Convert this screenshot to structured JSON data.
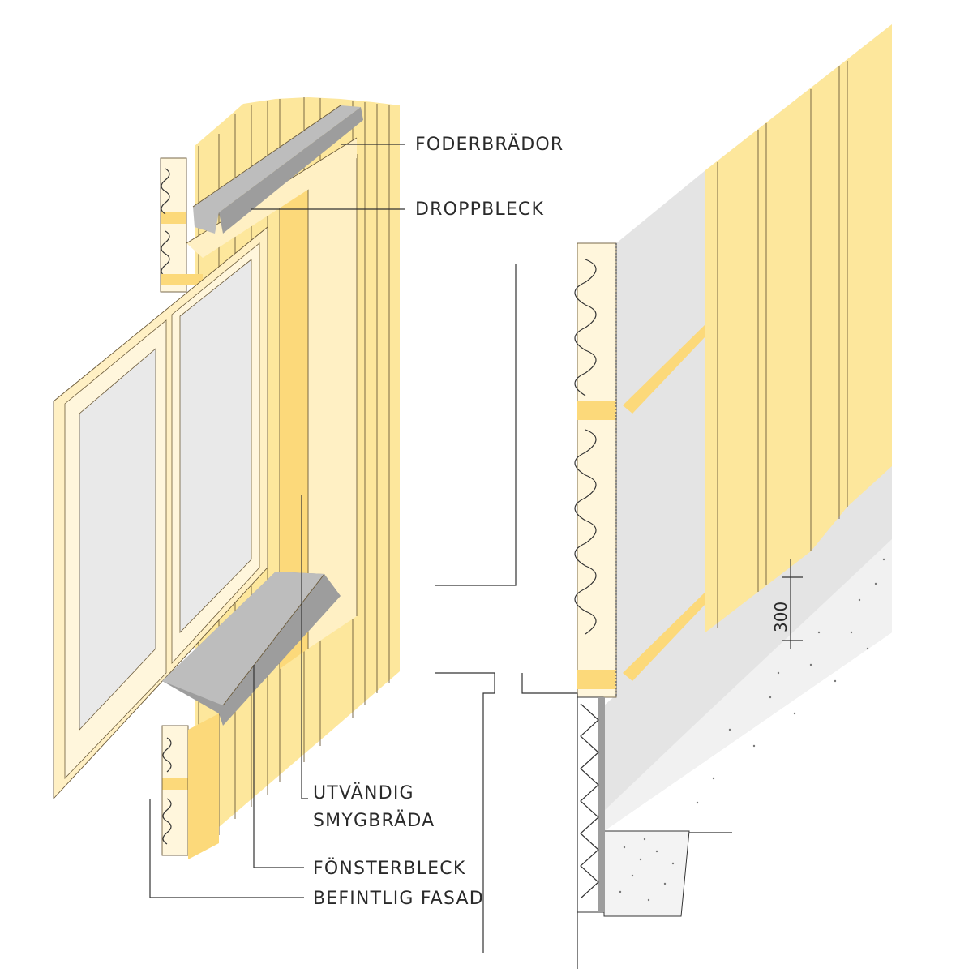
{
  "labels": {
    "foderbrador": "FODERBRÄDOR",
    "droppbleck": "DROPPBLECK",
    "utvandig_line1": "UTVÄNDIG",
    "utvandig_line2": "SMYGBRÄDA",
    "fonsterbleck": "FÖNSTERBLECK",
    "befintlig_fasad": "BEFINTLIG FASAD",
    "dimension": "300"
  },
  "colors": {
    "wood": "#fde79c",
    "wood_dark": "#fcd97a",
    "metal": "#9d9d9d",
    "wall_grey": "#e4e4e4"
  }
}
